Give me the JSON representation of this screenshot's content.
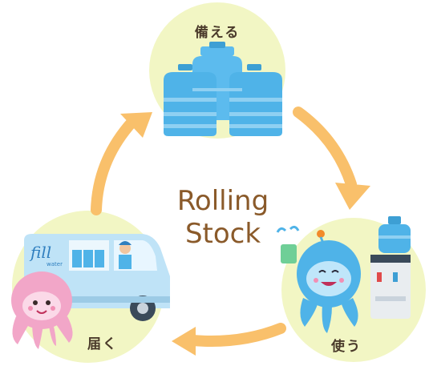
{
  "colors": {
    "circle": "#f2f6c4",
    "arrow": "#f9c06b",
    "bottle": "#4fb3e8",
    "van": "#bfe3f7",
    "title": "#8a5a2a",
    "label": "#4a3a2a"
  },
  "stages": {
    "top": {
      "label": "備える",
      "icon": "water-bottles"
    },
    "right": {
      "label": "使う",
      "icon": "water-server-mascot"
    },
    "left": {
      "label": "届く",
      "icon": "delivery-van"
    }
  },
  "title": {
    "line1": "Rolling",
    "line2": "Stock"
  },
  "van_logo": {
    "brand": "fill",
    "sub": "water"
  }
}
